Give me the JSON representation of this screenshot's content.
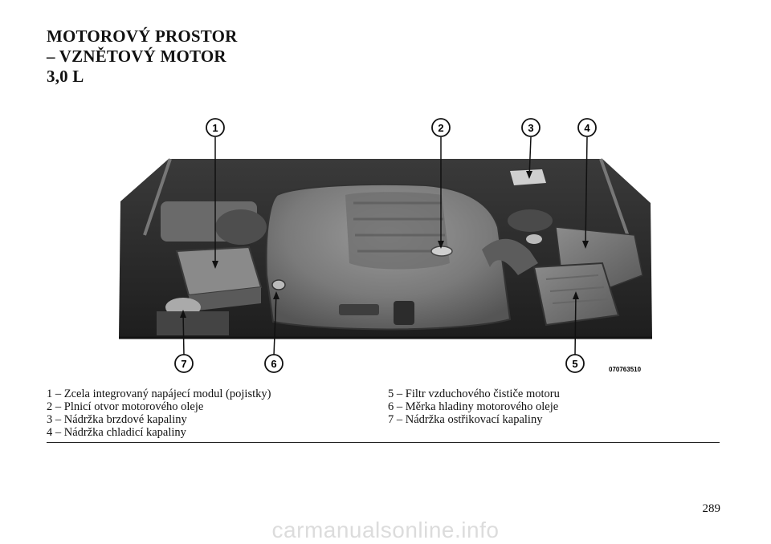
{
  "document": {
    "title_lines": [
      "MOTOROVÝ PROSTOR",
      "– VZNĚTOVÝ MOTOR",
      "3,0 L"
    ],
    "figure": {
      "image_code": "070763510",
      "callouts": [
        "1",
        "2",
        "3",
        "4",
        "5",
        "6",
        "7"
      ]
    },
    "legend_left": [
      "1 – Zcela integrovaný napájecí modul (pojistky)",
      "2 – Plnicí otvor motorového oleje",
      "3 – Nádržka brzdové kapaliny",
      "4 – Nádržka chladicí kapaliny"
    ],
    "legend_right": [
      "5 – Filtr vzduchového čističe motoru",
      "6 – Měrka hladiny motorového oleje",
      "7 – Nádržka ostřikovací kapaliny"
    ],
    "page_number": "289",
    "watermark": "carmanualsonline.info"
  }
}
